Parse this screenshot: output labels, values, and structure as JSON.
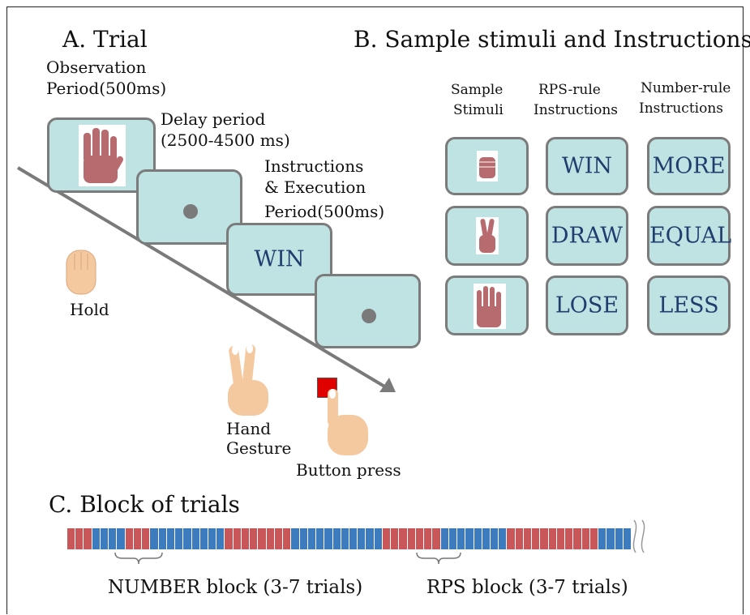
{
  "panel_a": {
    "title": "A. Trial",
    "observation": [
      "Observation",
      "Period(500ms)"
    ],
    "delay": [
      "Delay period",
      "(2500-4500 ms)"
    ],
    "instructions": [
      "Instructions",
      "& Execution",
      "Period(500ms)"
    ],
    "screen3_word": "WIN",
    "hold_label": "Hold",
    "gesture_label": [
      "Hand",
      "Gesture"
    ],
    "button_label": "Button press"
  },
  "panel_b": {
    "title": "B. Sample stimuli and Instructions",
    "col_headers": [
      [
        "Sample",
        "Stimuli"
      ],
      [
        "RPS-rule",
        "Instructions"
      ],
      [
        "Number-rule",
        "Instructions"
      ]
    ],
    "rps_words": [
      "WIN",
      "DRAW",
      "LOSE"
    ],
    "number_words": [
      "MORE",
      "EQUAL",
      "LESS"
    ]
  },
  "panel_c": {
    "title": "C. Block of trials",
    "blocks": [
      "red",
      "red",
      "red",
      "blue",
      "blue",
      "blue",
      "blue",
      "red",
      "red",
      "red",
      "blue",
      "blue",
      "blue",
      "blue",
      "blue",
      "blue",
      "blue",
      "blue",
      "blue",
      "red",
      "red",
      "red",
      "red",
      "red",
      "red",
      "red",
      "red",
      "blue",
      "blue",
      "blue",
      "blue",
      "blue",
      "blue",
      "blue",
      "blue",
      "blue",
      "blue",
      "blue",
      "red",
      "red",
      "red",
      "red",
      "red",
      "red",
      "red",
      "blue",
      "blue",
      "blue",
      "blue",
      "blue",
      "blue",
      "blue",
      "blue",
      "red",
      "red",
      "red",
      "red",
      "red",
      "red",
      "red",
      "red",
      "red",
      "red",
      "red",
      "blue",
      "blue",
      "blue",
      "blue"
    ],
    "number_label": "NUMBER block  (3-7 trials)",
    "rps_label": "RPS block  (3-7 trials)"
  },
  "colors": {
    "screen_fill": "#bfe2e3",
    "screen_border": "#7b7b7b",
    "word": "#1f3d6d",
    "block_red": "#c9575a",
    "block_blue": "#3d7bbf",
    "hand_red": "#b76b6e",
    "skin": "#f5c9a0",
    "button": "#e00000"
  }
}
